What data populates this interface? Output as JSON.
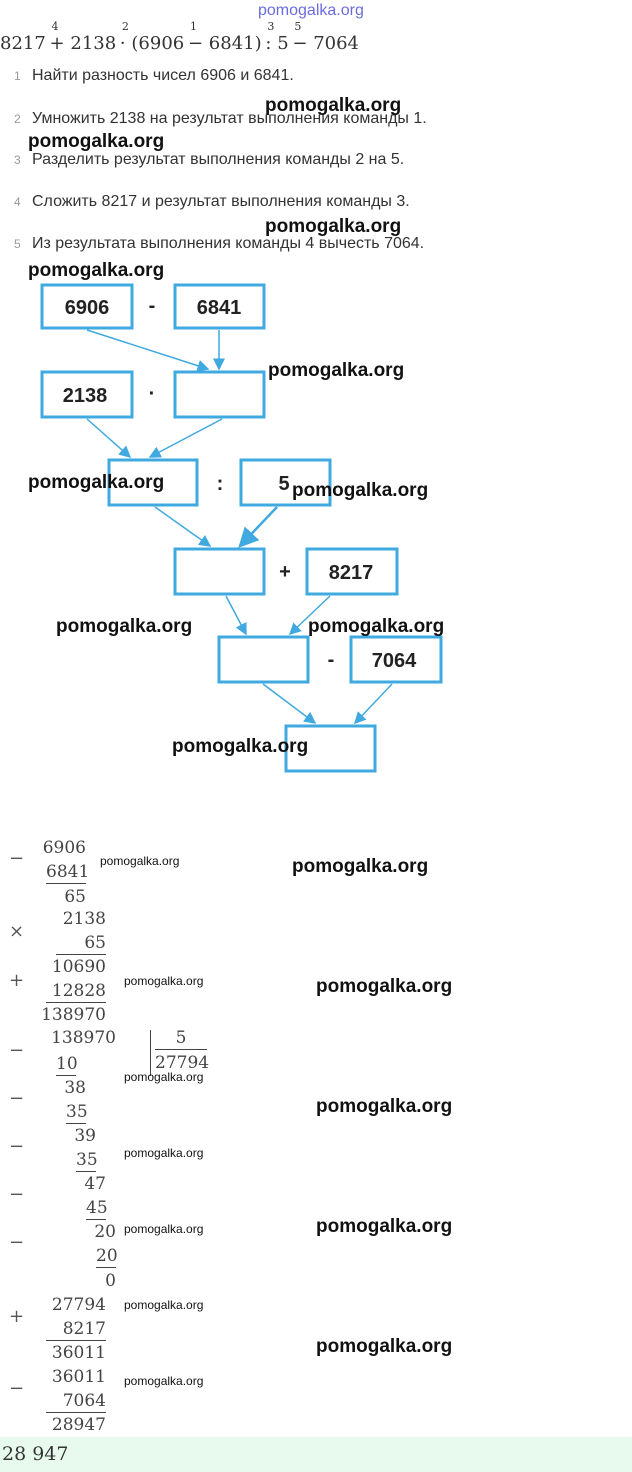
{
  "watermark": "pomogalka.org",
  "expression": {
    "parts": [
      "8217",
      "+",
      "2138",
      "·",
      "(6906",
      "−",
      "6841)",
      ":",
      "5",
      "−",
      "7064"
    ],
    "orders": [
      "4",
      "2",
      "1",
      "3",
      "5"
    ]
  },
  "steps": [
    {
      "num": "1",
      "text": "Найти разность чисел 6906 и 6841."
    },
    {
      "num": "2",
      "text": "Умножить 2138 на результат выполнения команды 1."
    },
    {
      "num": "3",
      "text": "Разделить результат выполнения команды 2 на 5."
    },
    {
      "num": "4",
      "text": "Сложить 8217 и результат выполнения команды 3."
    },
    {
      "num": "5",
      "text": "Из результата выполнения команды 4 вычесть 7064."
    }
  ],
  "diagram": {
    "accent": "#3fa9e0",
    "row1": {
      "a": "6906",
      "op": "-",
      "b": "6841"
    },
    "row2": {
      "a": "2138",
      "op": "·",
      "b": ""
    },
    "row3": {
      "a": "",
      "op": ":",
      "b": "5"
    },
    "row4": {
      "a": "",
      "op": "+",
      "b": "8217"
    },
    "row5": {
      "a": "",
      "op": "-",
      "b": "7064"
    },
    "row6": {
      "a": ""
    }
  },
  "calc": {
    "sub1": {
      "op": "−",
      "a": "6906",
      "b": "6841",
      "r": "65"
    },
    "mul": {
      "op": "×",
      "a": "2138",
      "b": "65",
      "p1": "10690",
      "plus": "+",
      "p2": "12828",
      "r": "138970"
    },
    "div": {
      "dividend": "138970",
      "divisor": "5",
      "quotient": "27794",
      "minus": "−",
      "lines": [
        "10",
        "38",
        "35",
        "39",
        "35",
        "47",
        "45",
        "20",
        "20",
        "0"
      ]
    },
    "add": {
      "op": "+",
      "a": "27794",
      "b": "8217",
      "r": "36011"
    },
    "sub2": {
      "op": "−",
      "a": "36011",
      "b": "7064",
      "r": "28947"
    }
  },
  "answer": "28 947"
}
